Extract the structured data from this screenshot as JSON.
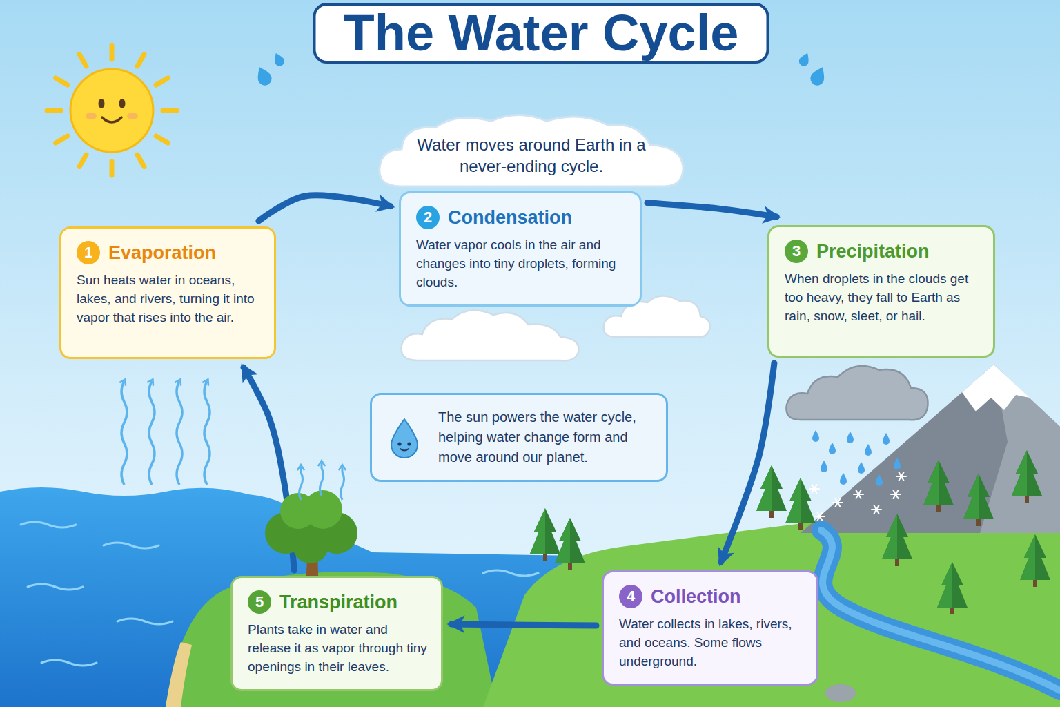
{
  "diagram": {
    "title": "The Water Cycle",
    "nodes": [
      {
        "text": [
          "Water moves around Earth in a never-ending cycle."
        ]
      },
      {
        "text": [
          "1",
          "Evaporation",
          "Sun heats water in oceans, lakes, and rivers, turning it into vapor that rises into the air."
        ]
      },
      {
        "text": [
          "2",
          "Condensation",
          "Water vapor cools in the air and changes into tiny droplets, forming clouds."
        ]
      },
      {
        "text": [
          "3",
          "Precipitation",
          "When droplets in the clouds get too heavy, they fall to Earth as rain, snow, sleet, or hail."
        ]
      },
      {
        "text": [
          "The sun powers the water cycle, helping water change form and move around our planet."
        ]
      },
      {
        "text": [
          "4",
          "Collection",
          "Water collects in lakes, rivers, and oceans. Some flows underground."
        ]
      },
      {
        "text": [
          "5",
          "Transpiration",
          "Plants take in water and release it as vapor through tiny openings in their leaves."
        ]
      }
    ],
    "edges": [
      {
        "from": 1,
        "to": 2,
        "arrow": "to"
      },
      {
        "from": 2,
        "to": 3,
        "arrow": "to"
      },
      {
        "from": 3,
        "to": 5,
        "arrow": "to"
      },
      {
        "from": 5,
        "to": 6,
        "arrow": "to"
      },
      {
        "from": 6,
        "to": 1,
        "arrow": "to"
      }
    ]
  }
}
